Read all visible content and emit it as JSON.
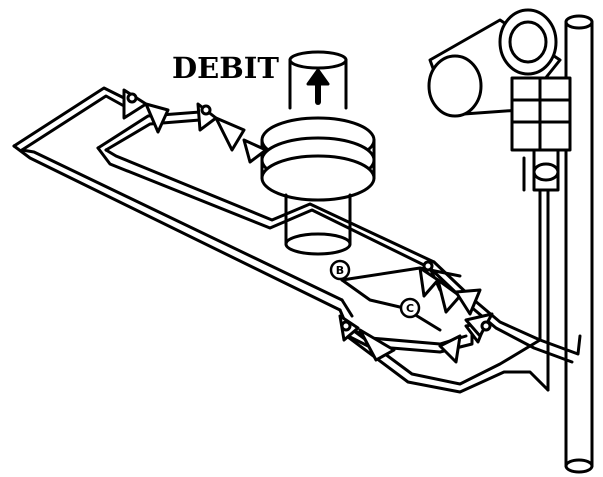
{
  "diagram": {
    "flow_label": "DEBIT",
    "valve_markers": [
      {
        "id": "marker-b",
        "text": "B"
      },
      {
        "id": "marker-c",
        "text": "C"
      }
    ],
    "colors": {
      "stroke": "#000000",
      "fill": "#ffffff"
    },
    "icons": [
      "flow-arrow-up-icon",
      "transmitter-icon",
      "orifice-flange-icon",
      "valve-manifold-icon"
    ]
  }
}
